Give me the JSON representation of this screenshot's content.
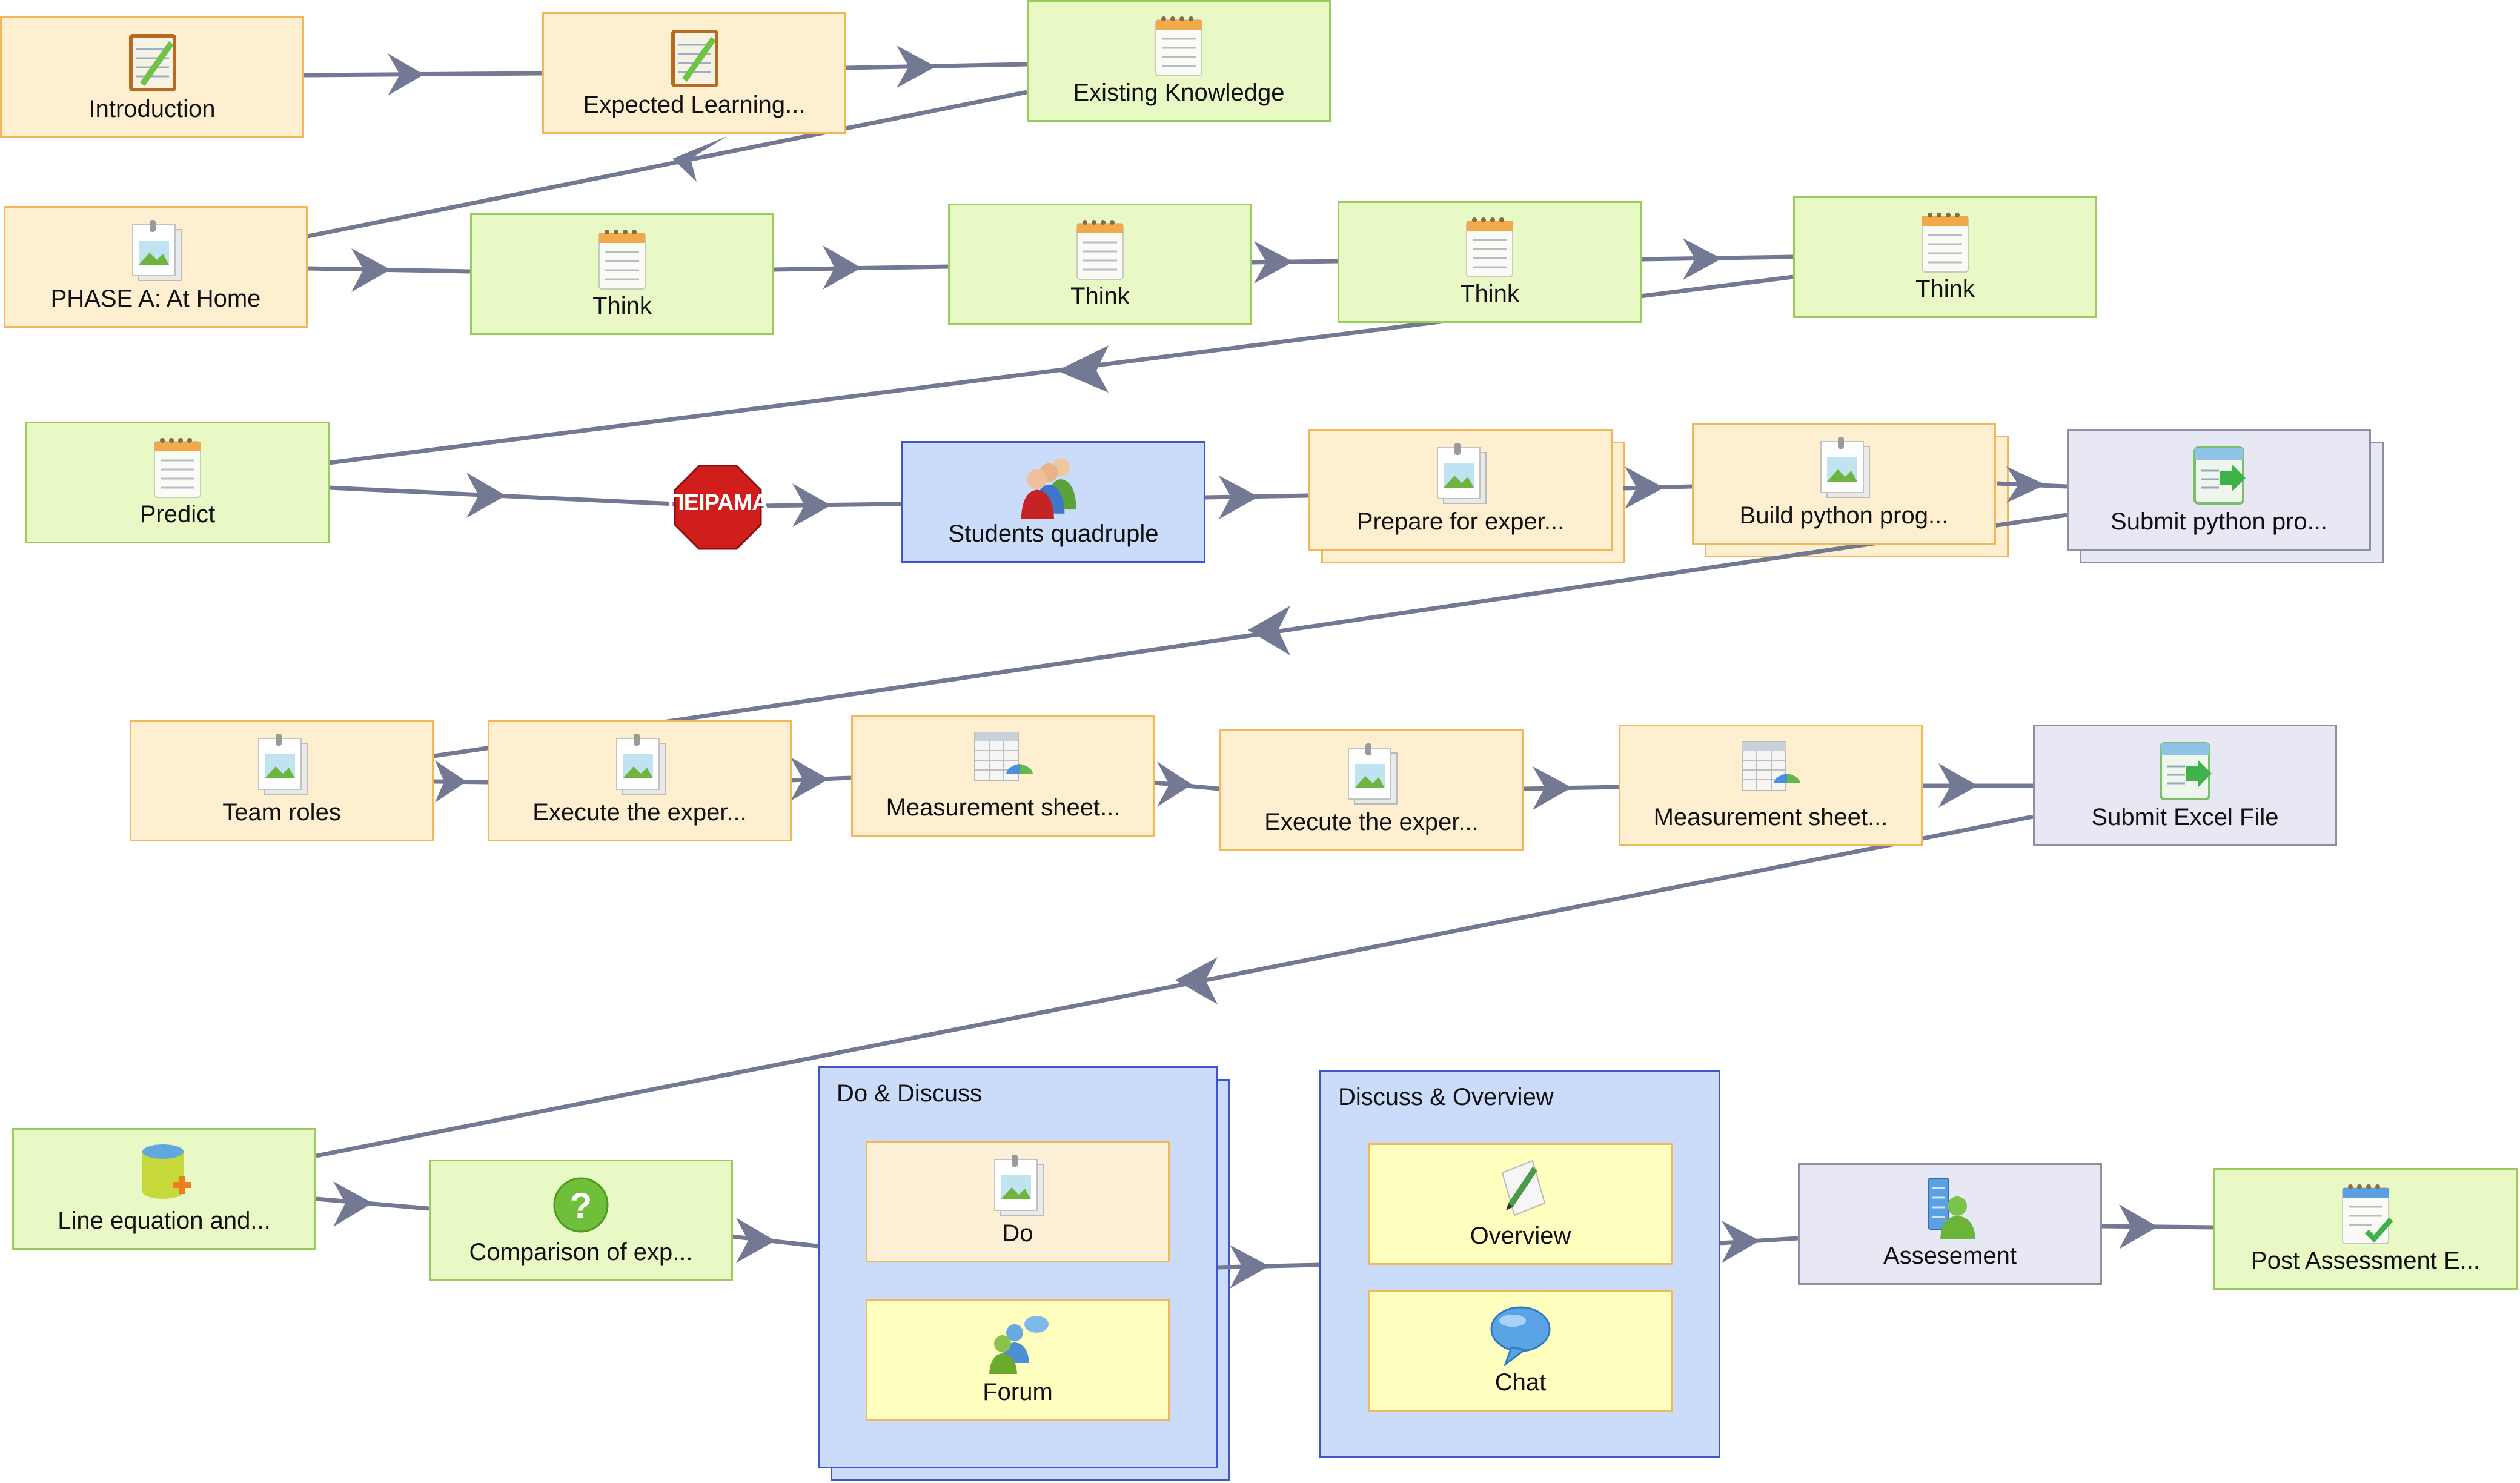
{
  "nodes": {
    "introduction": "Introduction",
    "expected_learning": "Expected Learning...",
    "existing_knowledge": "Existing Knowledge",
    "phase_a": "PHASE A: At Home",
    "think_1": "Think",
    "think_2": "Think",
    "think_3": "Think",
    "think_4": "Think",
    "predict": "Predict",
    "stop_label": "ΠΕΙΡΑΜΑ",
    "students_quadruple": "Students quadruple",
    "prepare_for_exper": "Prepare for exper...",
    "build_python_prog": "Build python prog...",
    "submit_python_pro": "Submit python pro...",
    "team_roles": "Team roles",
    "execute_exper_1": "Execute the exper...",
    "measurement_sheet_1": "Measurement sheet...",
    "execute_exper_2": "Execute the exper...",
    "measurement_sheet_2": "Measurement sheet...",
    "submit_excel_file": "Submit Excel File",
    "line_equation": "Line equation and...",
    "comparison_of_exp": "Comparison of exp...",
    "do_discuss_title": "Do & Discuss",
    "do": "Do",
    "forum": "Forum",
    "discuss_overview_title": "Discuss & Overview",
    "overview": "Overview",
    "chat": "Chat",
    "assesement": "Assesement",
    "post_assessment": "Post Assessment E..."
  },
  "colors": {
    "wire": "#737893",
    "orange_fill": "#fdefcf",
    "green_fill": "#e9f9c6",
    "blue_fill": "#cbdcfa",
    "grey_fill": "#e8e7f4",
    "yellow_fill": "#ffffbf"
  },
  "icons": {
    "introduction": "notebook-pencil-icon",
    "expected_learning": "notebook-pencil-icon",
    "existing_knowledge": "notepad-icon",
    "phase_a": "picture-note-icon",
    "think": "notepad-icon",
    "predict": "notepad-icon",
    "stop": "stop-sign-icon",
    "students_quadruple": "people-group-icon",
    "prepare_for_exper": "picture-note-icon",
    "build_python_prog": "picture-note-icon",
    "submit_python_pro": "submit-arrow-icon",
    "team_roles": "picture-note-icon",
    "execute_exper": "picture-note-icon",
    "measurement_sheet": "spreadsheet-chart-icon",
    "submit_excel_file": "submit-arrow-icon",
    "line_equation": "database-add-icon",
    "comparison_of_exp": "question-mark-icon",
    "do": "picture-note-icon",
    "forum": "forum-people-icon",
    "overview": "pencil-paper-icon",
    "chat": "speech-bubble-icon",
    "assesement": "assessment-person-icon",
    "post_assessment": "notepad-check-icon"
  }
}
